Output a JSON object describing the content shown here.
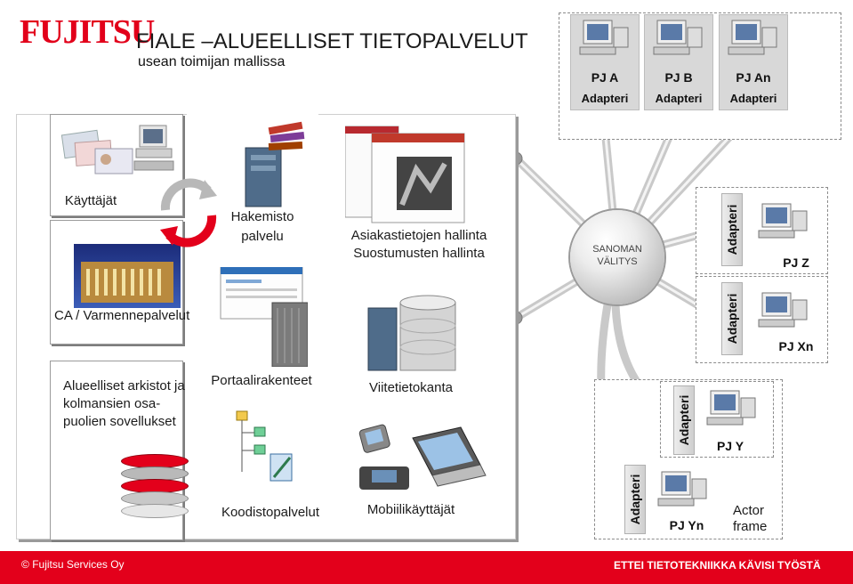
{
  "header": {
    "logo": "FUJITSU",
    "title": "FIALE –ALUEELLISET TIETOPALVELUT",
    "subtitle": "usean toimijan mallissa"
  },
  "labels": {
    "kayttajat": "Käyttäjät",
    "hakemisto_l1": "Hakemisto",
    "hakemisto_l2": "palvelu",
    "asiakas_l1": "Asiakastietojen hallinta",
    "asiakas_l2": "Suostumusten hallinta",
    "ca": "CA / Varmennepalvelut",
    "alue_l1": "Alueelliset arkistot ja",
    "alue_l2": "kolmansien osa-",
    "alue_l3": "puolien sovellukset",
    "portaali": "Portaalirakenteet",
    "viite": "Viitetietokanta",
    "koodisto": "Koodistopalvelut",
    "mobiili": "Mobiilikäyttäjät"
  },
  "hub": {
    "line1": "SANOMAN",
    "line2": "VÄLITYS"
  },
  "pj_top": [
    {
      "name": "PJ A",
      "adapter": "Adapteri"
    },
    {
      "name": "PJ B",
      "adapter": "Adapteri"
    },
    {
      "name": "PJ An",
      "adapter": "Adapteri"
    }
  ],
  "pj_right": [
    {
      "name": "PJ Z",
      "adapter": "Adapteri"
    },
    {
      "name": "PJ Xn",
      "adapter": "Adapteri"
    },
    {
      "name": "PJ Y",
      "adapter": "Adapteri"
    },
    {
      "name": "PJ Yn",
      "adapter": "Adapteri"
    }
  ],
  "actor_frame": {
    "line1": "Actor",
    "line2": "frame"
  },
  "footer": {
    "copyright": "©",
    "company": "Fujitsu Services Oy",
    "slogan": "ETTEI TIETOTEKNIIKKA KÄVISI TYÖSTÄ"
  },
  "colors": {
    "brand_red": "#e3001b",
    "stack": [
      "#e3001b",
      "#b9b9b9",
      "#e3001b",
      "#c8c8c8",
      "#e7e7e7"
    ]
  }
}
